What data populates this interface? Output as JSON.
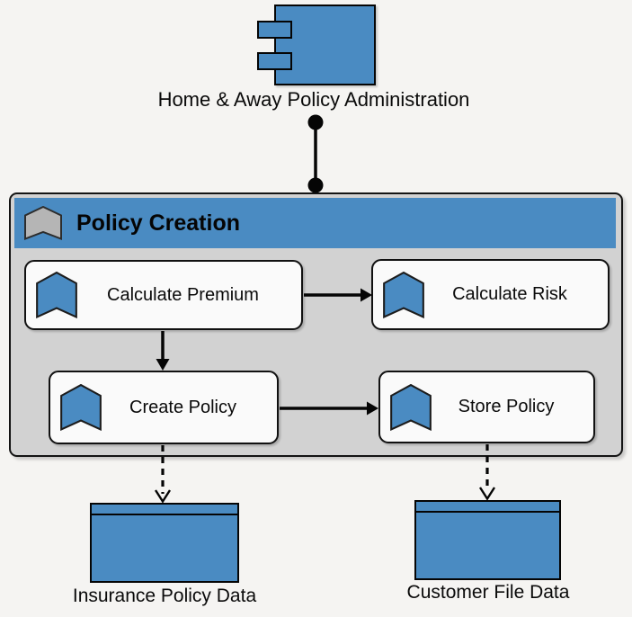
{
  "diagram": {
    "component": {
      "label": "Home & Away Policy Administration",
      "icon": "uml-component-icon"
    },
    "container": {
      "title": "Policy Creation",
      "icon": "chevron-banner-icon",
      "functions": [
        {
          "label": "Calculate Premium",
          "icon": "chevron-banner-icon"
        },
        {
          "label": "Calculate Risk",
          "icon": "chevron-banner-icon"
        },
        {
          "label": "Create Policy",
          "icon": "chevron-banner-icon"
        },
        {
          "label": "Store Policy",
          "icon": "chevron-banner-icon"
        }
      ]
    },
    "data_objects": [
      {
        "label": "Insurance Policy Data"
      },
      {
        "label": "Customer File Data"
      }
    ],
    "edges": [
      {
        "from": "Home & Away Policy Administration",
        "to": "Policy Creation",
        "style": "solid line with filled ball at both ends"
      },
      {
        "from": "Calculate Premium",
        "to": "Calculate Risk",
        "style": "solid arrow"
      },
      {
        "from": "Calculate Premium",
        "to": "Create Policy",
        "style": "solid arrow"
      },
      {
        "from": "Create Policy",
        "to": "Store Policy",
        "style": "solid arrow"
      },
      {
        "from": "Create Policy",
        "to": "Insurance Policy Data",
        "style": "dashed open arrow"
      },
      {
        "from": "Store Policy",
        "to": "Customer File Data",
        "style": "dashed open arrow"
      }
    ],
    "colors": {
      "node_blue": "#4a8bc2",
      "container_gray": "#d2d2d2",
      "header_icon_gray": "#b5b5b5",
      "box_fill": "#fafafa",
      "background": "#f5f4f2",
      "line": "#0a0a0a"
    }
  }
}
